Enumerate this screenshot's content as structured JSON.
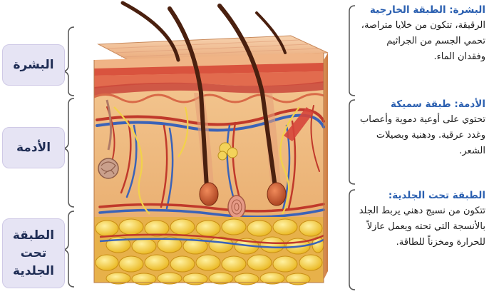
{
  "left_labels": {
    "epidermis": "البشرة",
    "dermis": "الأدمة",
    "hypodermis": "الطبقة\nتحت\nالجلدية"
  },
  "descriptions": {
    "epidermis": {
      "title": "البشرة: الطبقة الخارجية",
      "body": "الرقيقة، تتكون من خلايا متراصة، تحمي الجسم من الجراثيم وفقدان الماء."
    },
    "dermis": {
      "title": "الأدمة: طبقة سميكة",
      "body": "تحتوي على أوعية دموية وأعصاب وغدد عرقية. ودهنية وبصيلات الشعر."
    },
    "hypodermis": {
      "title": "الطبقة تحت الجلدية:",
      "body": "تتكون من نسيج دهني يربط الجلد بالأنسجة التي تحته ويعمل عازلاً للحرارة ومخزناً للطاقة."
    }
  },
  "colors": {
    "label_bg": "#e6e4f4",
    "label_text": "#1f2d55",
    "desc_title": "#2a5fb0",
    "bracket": "#555555",
    "skin_top": "#f2c49c",
    "epidermis_red": "#d9533e",
    "dermis": "#f0bc86",
    "fat": "#f4cf3e",
    "hair": "#5a2a18"
  }
}
